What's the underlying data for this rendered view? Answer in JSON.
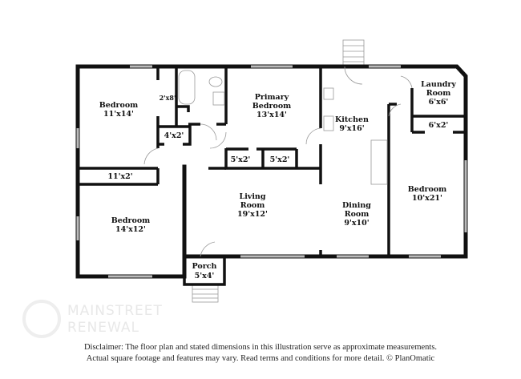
{
  "rooms": {
    "bedroom1": {
      "name": "Bedroom",
      "dim": "11'x14'"
    },
    "closet_2x8": {
      "dim": "2'x8'"
    },
    "closet_4x2": {
      "dim": "4'x2'"
    },
    "closet_11x2": {
      "dim": "11'x2'"
    },
    "bedroom2": {
      "name": "Bedroom",
      "dim": "14'x12'"
    },
    "primary": {
      "name1": "Primary",
      "name2": "Bedroom",
      "dim": "13'x14'"
    },
    "closet_5x2_a": {
      "dim": "5'x2'"
    },
    "closet_5x2_b": {
      "dim": "5'x2'"
    },
    "living": {
      "name1": "Living",
      "name2": "Room",
      "dim": "19'x12'"
    },
    "kitchen": {
      "name": "Kitchen",
      "dim": "9'x16'"
    },
    "dining": {
      "name1": "Dining",
      "name2": "Room",
      "dim": "9'x10'"
    },
    "laundry": {
      "name1": "Laundry",
      "name2": "Room",
      "dim": "6'x6'"
    },
    "closet_6x2": {
      "dim": "6'x2'"
    },
    "bedroom3": {
      "name": "Bedroom",
      "dim": "10'x21'"
    },
    "porch": {
      "name": "Porch",
      "dim": "5'x4'"
    }
  },
  "watermark": {
    "line1": "MAINSTREET",
    "line2": "RENEWAL"
  },
  "disclaimer": {
    "line1": "Disclaimer: The floor plan and stated dimensions in this illustration serve as approximate measurements.",
    "line2": "Actual square footage and features may vary. Read terms and conditions for more detail. © PlanOmatic"
  }
}
